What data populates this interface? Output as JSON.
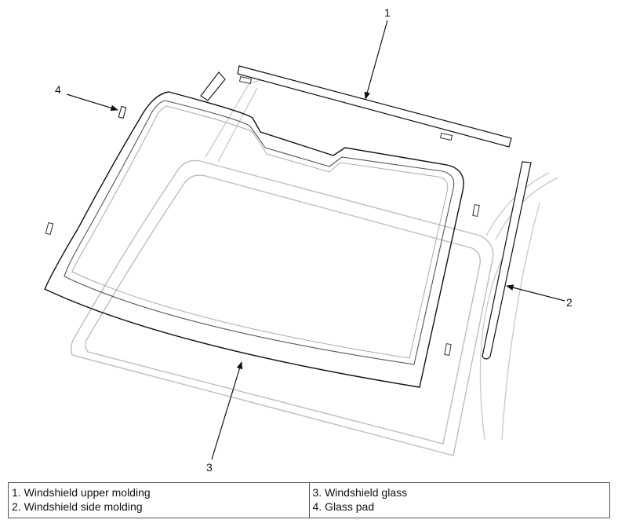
{
  "callouts": {
    "upper_molding": "1",
    "side_molding": "2",
    "windshield_glass": "3",
    "glass_pad": "4"
  },
  "legend": {
    "col1": [
      "1. Windshield upper molding",
      "2. Windshield side molding"
    ],
    "col2": [
      "3. Windshield glass",
      "4. Glass pad"
    ]
  }
}
